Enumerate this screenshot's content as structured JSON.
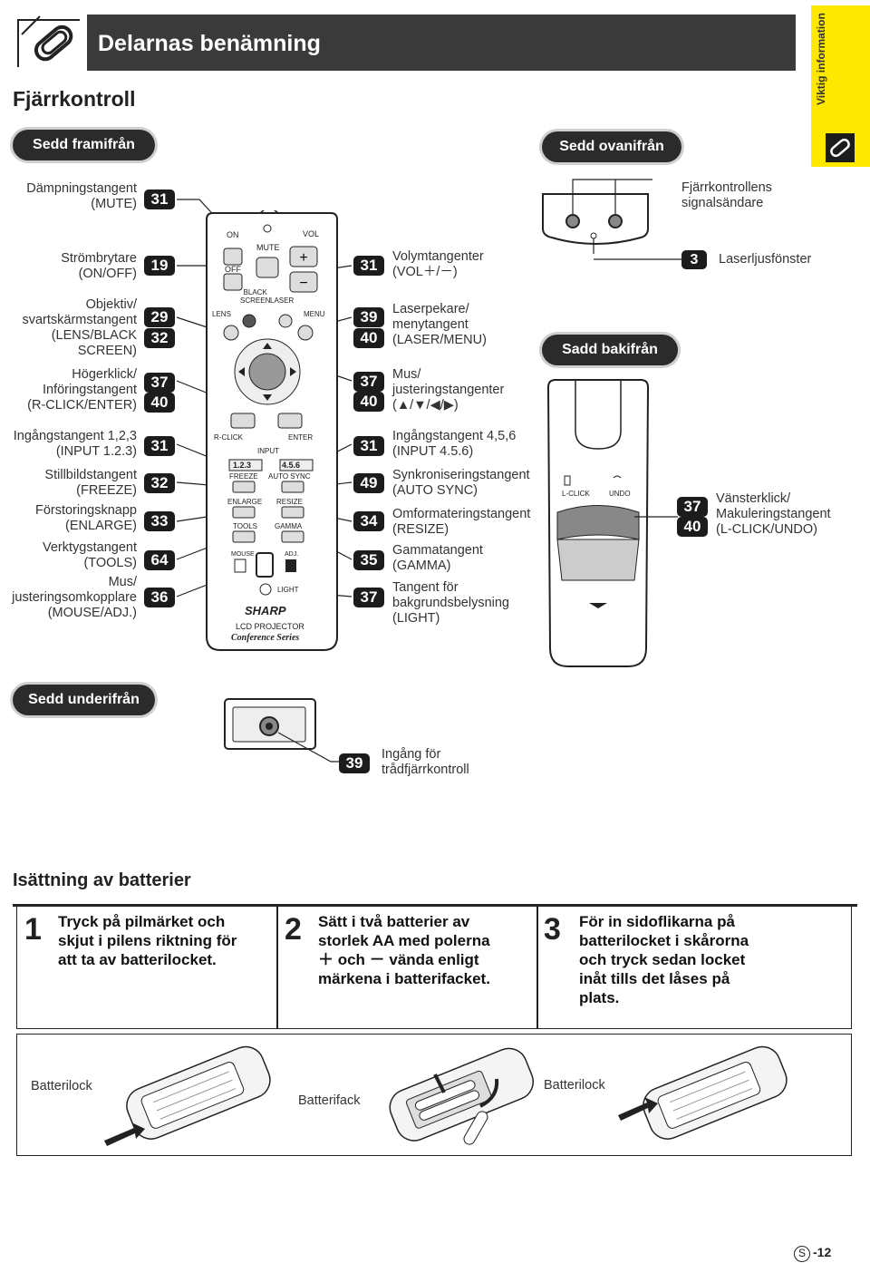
{
  "header": {
    "title": "Delarnas benämning",
    "side_tab": "Viktig information",
    "section": "Fjärrkontroll"
  },
  "views": {
    "front": "Sedd framifrån",
    "top": "Sedd ovanifrån",
    "back": "Sadd bakifrån",
    "bottom": "Sedd underifrån"
  },
  "left_labels": [
    {
      "text": "Dämpningstangent\n(MUTE)",
      "refs": [
        "31"
      ]
    },
    {
      "text": "Strömbrytare\n(ON/OFF)",
      "refs": [
        "19"
      ]
    },
    {
      "text": "Objektiv/\nsvartskärmstangent\n(LENS/BLACK\nSCREEN)",
      "refs": [
        "29",
        "32"
      ]
    },
    {
      "text": "Högerklick/\nInföringstangent\n(R-CLICK/ENTER)",
      "refs": [
        "37",
        "40"
      ]
    },
    {
      "text": "Ingångstangent 1,2,3\n(INPUT 1.2.3)",
      "refs": [
        "31"
      ]
    },
    {
      "text": "Stillbildstangent\n(FREEZE)",
      "refs": [
        "32"
      ]
    },
    {
      "text": "Förstoringsknapp\n(ENLARGE)",
      "refs": [
        "33"
      ]
    },
    {
      "text": "Verktygstangent\n(TOOLS)",
      "refs": [
        "64"
      ]
    },
    {
      "text": "Mus/\njusteringsomkopplare\n(MOUSE/ADJ.)",
      "refs": [
        "36"
      ]
    }
  ],
  "right_labels": [
    {
      "text": "Volymtangenter\n(VOL＋/－)",
      "refs": [
        "31"
      ]
    },
    {
      "text": "Laserpekare/\nmenytangent\n(LASER/MENU)",
      "refs": [
        "39",
        "40"
      ]
    },
    {
      "text": "Mus/\njusteringstangenter\n(▲/▼/◀/▶)",
      "refs": [
        "37",
        "40"
      ]
    },
    {
      "text": "Ingångstangent 4,5,6\n(INPUT 4.5.6)",
      "refs": [
        "31"
      ]
    },
    {
      "text": "Synkroniseringstangent\n(AUTO SYNC)",
      "refs": [
        "49"
      ]
    },
    {
      "text": "Omformateringstangent\n(RESIZE)",
      "refs": [
        "34"
      ]
    },
    {
      "text": "Gammatangent\n(GAMMA)",
      "refs": [
        "35"
      ]
    },
    {
      "text": "Tangent för\nbakgrundsbelysning\n(LIGHT)",
      "refs": [
        "37"
      ]
    }
  ],
  "top_view": {
    "signal_label": "Fjärrkontrollens\nsignalsändare",
    "laser_ref": "3",
    "laser_label": "Laserljusfönster"
  },
  "back_view": {
    "l_click": "L-CLICK",
    "undo": "UNDO",
    "refs": [
      "37",
      "40"
    ],
    "label": "Vänsterklick/\nMakuleringstangent\n(L-CLICK/UNDO)"
  },
  "bottom_view": {
    "ref": "39",
    "label": "Ingång för\ntrådfjärrkontroll"
  },
  "remote": {
    "on": "ON",
    "off": "OFF",
    "mute": "MUTE",
    "vol": "VOL",
    "black_screen": "BLACK\nSCREEN",
    "laser": "LASER",
    "lens": "LENS",
    "menu": "MENU",
    "r_click": "R-CLICK",
    "enter": "ENTER",
    "input": "INPUT",
    "in123": "1.2.3",
    "in456": "4.5.6",
    "freeze": "FREEZE",
    "auto_sync": "AUTO SYNC",
    "enlarge": "ENLARGE",
    "resize": "RESIZE",
    "tools": "TOOLS",
    "gamma": "GAMMA",
    "mouse": "MOUSE",
    "adj": "ADJ.",
    "light": "LIGHT",
    "brand": "SHARP",
    "product": "LCD PROJECTOR",
    "series": "Conference Series"
  },
  "battery": {
    "title": "Isättning av batterier",
    "steps": [
      {
        "num": "1",
        "text": "Tryck på pilmärket och\nskjut i pilens riktning för\natt ta av batterilocket."
      },
      {
        "num": "2",
        "text": "Sätt i två batterier av\nstorlek AA med polerna\n＋ och － vända enligt\nmärkena i batterifacket."
      },
      {
        "num": "3",
        "text": "För in sidoflikarna på\nbatterilocket i skårorna\noch tryck sedan locket\ninåt tills det låses på\nplats."
      }
    ],
    "fig_labels": [
      "Batterilock",
      "Batterifack",
      "Batterilock"
    ]
  },
  "footer": {
    "lang": "S",
    "page": "-12"
  }
}
